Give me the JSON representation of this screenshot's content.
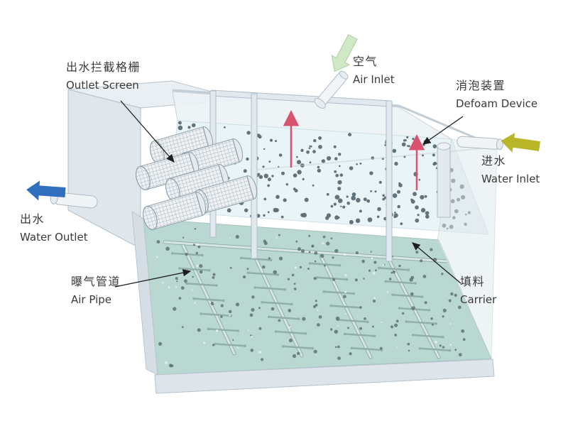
{
  "diagram": {
    "labels": {
      "outlet_screen": {
        "zh": "出水拦截格栅",
        "en": "Outlet Screen"
      },
      "air_inlet": {
        "zh": "空气",
        "en": "Air Inlet"
      },
      "defoam_device": {
        "zh": "消泡装置",
        "en": "Defoam Device"
      },
      "water_inlet": {
        "zh": "进水",
        "en": "Water Inlet"
      },
      "water_outlet": {
        "zh": "出水",
        "en": "Water Outlet"
      },
      "air_pipe": {
        "zh": "曝气管道",
        "en": "Air Pipe"
      },
      "carrier": {
        "zh": "填料",
        "en": "Carrier"
      }
    },
    "colors": {
      "water_outlet_arrow": "#2f6fbe",
      "water_inlet_arrow": "#b9b629",
      "air_inlet_arrow": "#cfe9c6",
      "defoam_arrow": "#d9536f",
      "leader_arrow": "#1f1f1f",
      "carrier_dot": "#5b6b74",
      "water_surface": "#e9f4f7",
      "tank_floor": "#b9d8d1",
      "tank_wall": "#dde4ea"
    },
    "carriers": {
      "surface_count": 230,
      "floor_count": 150
    }
  }
}
